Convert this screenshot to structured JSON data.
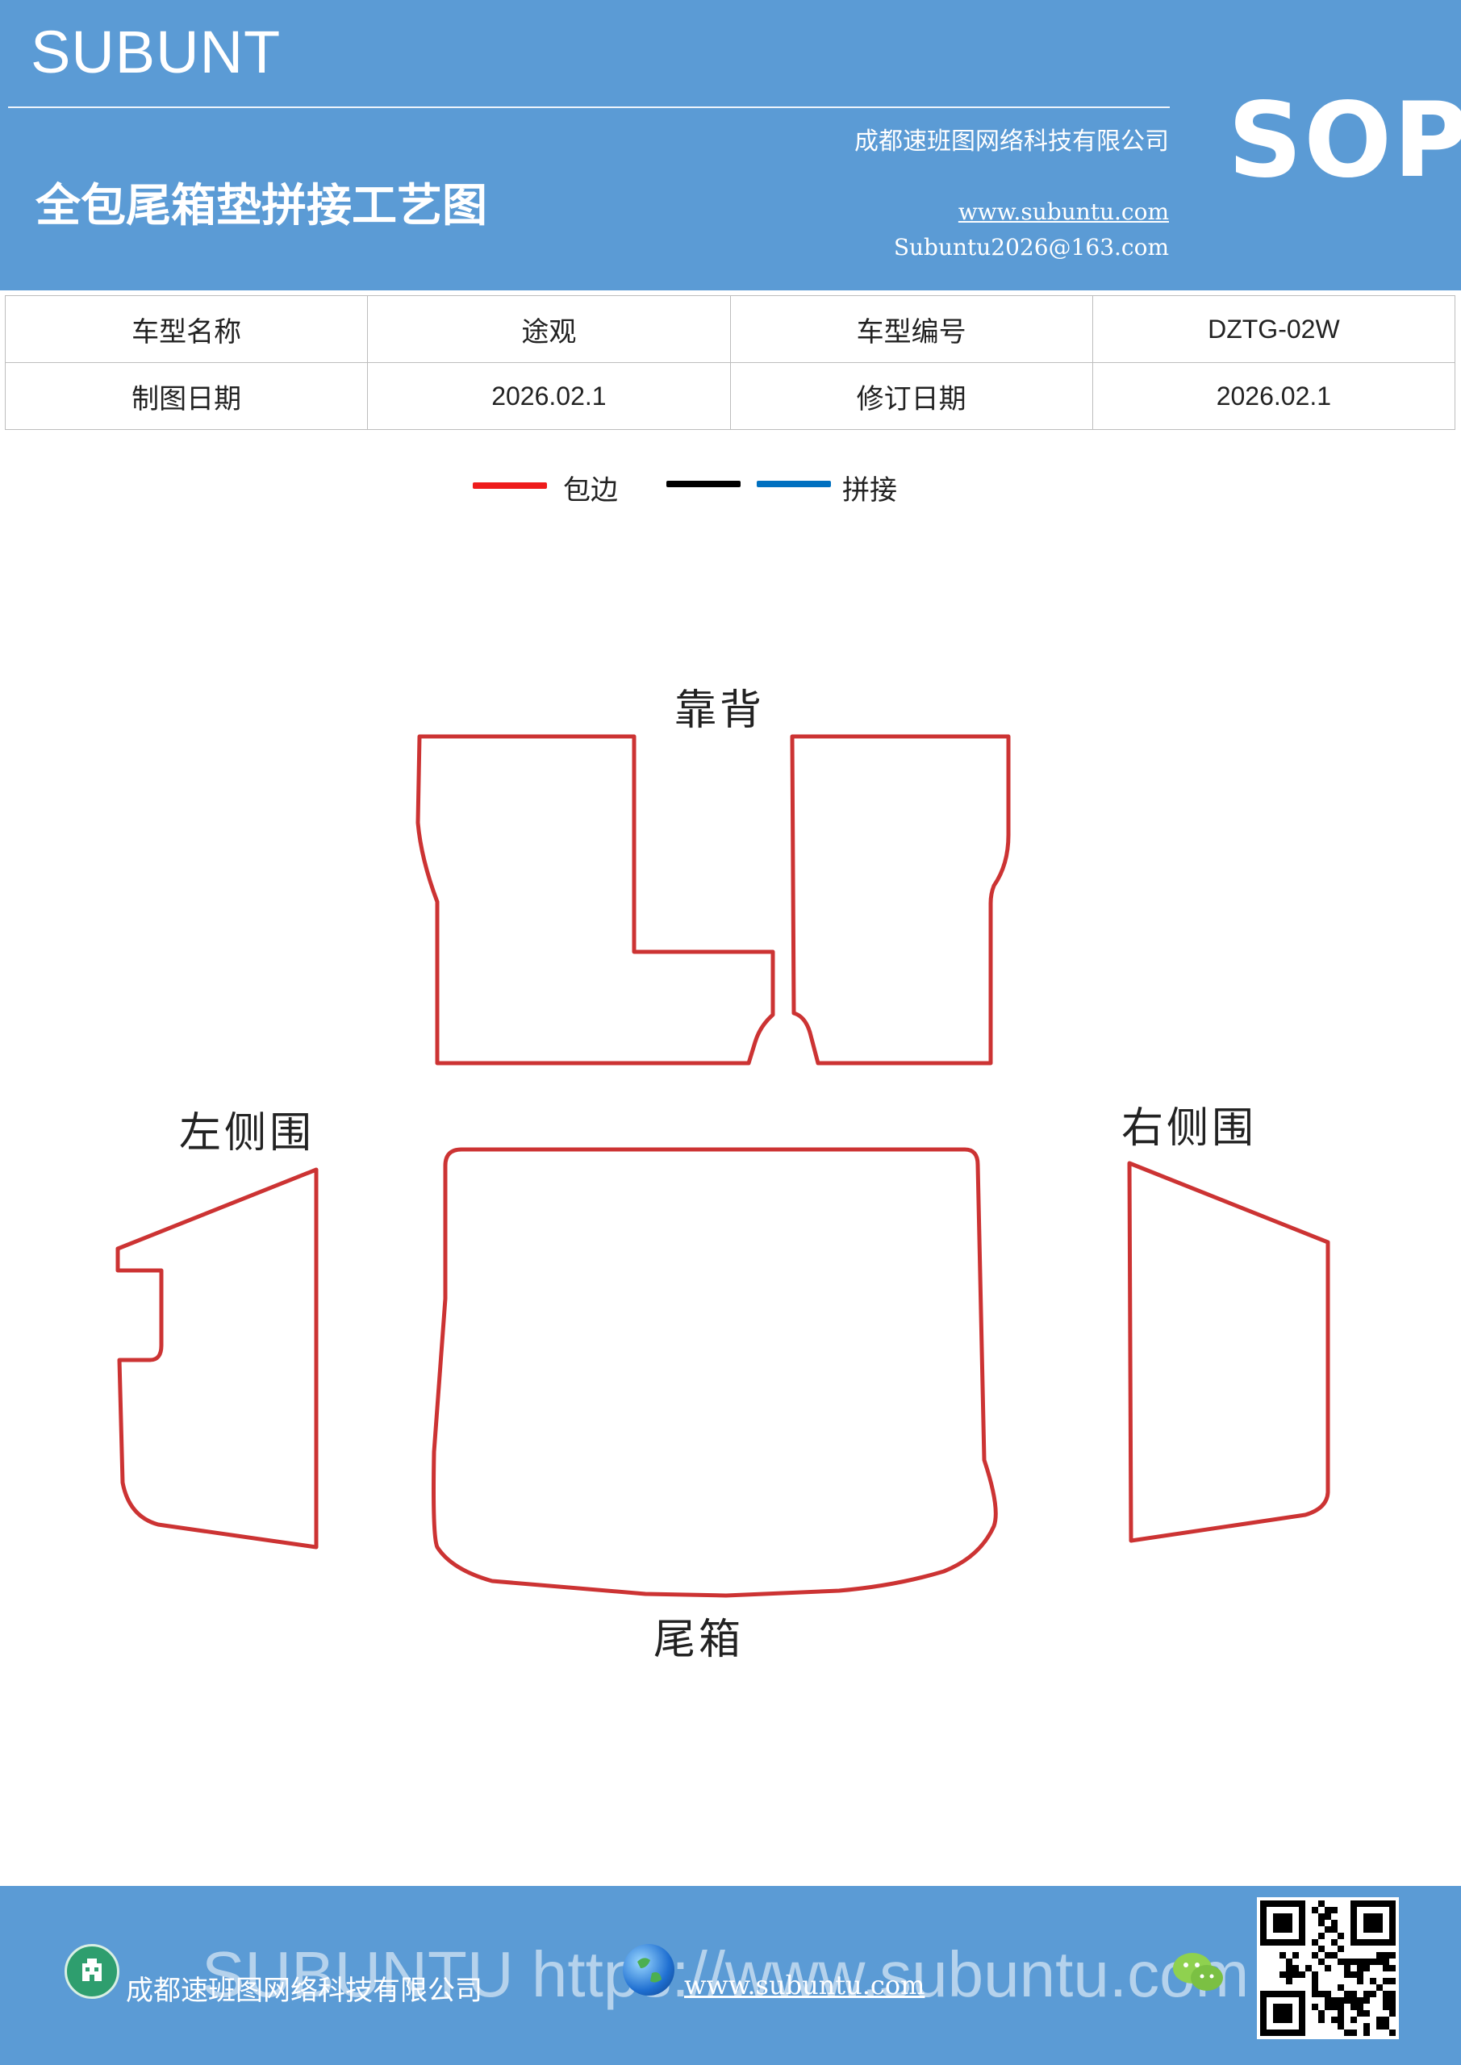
{
  "header": {
    "brand": "SUBUNT",
    "title": "全包尾箱垫拼接工艺图",
    "company": "成都速班图网络科技有限公司",
    "website": "www.subuntu.com",
    "email": "Subuntu2026@163.com",
    "badge": "SOP"
  },
  "info": {
    "row1": {
      "label1": "车型名称",
      "value1": "途观",
      "label2": "车型编号",
      "value2": "DZTG-02W"
    },
    "row2": {
      "label1": "制图日期",
      "value1": "2026.02.1",
      "label2": "修订日期",
      "value2": "2026.02.1"
    }
  },
  "legend": {
    "items": [
      {
        "label": "包边",
        "color": "#ee1c1c"
      },
      {
        "label": "",
        "color": "#000000"
      },
      {
        "label": "拼接",
        "color": "#0070c0"
      }
    ]
  },
  "pieces": {
    "backrest": "靠背",
    "left_side": "左侧围",
    "right_side": "右侧围",
    "trunk": "尾箱"
  },
  "outline_color": "#cc3333",
  "footer": {
    "watermark": "SUBUNTU https://www.subuntu.com",
    "company": "成都速班图网络科技有限公司",
    "website": "www.subuntu.com"
  }
}
